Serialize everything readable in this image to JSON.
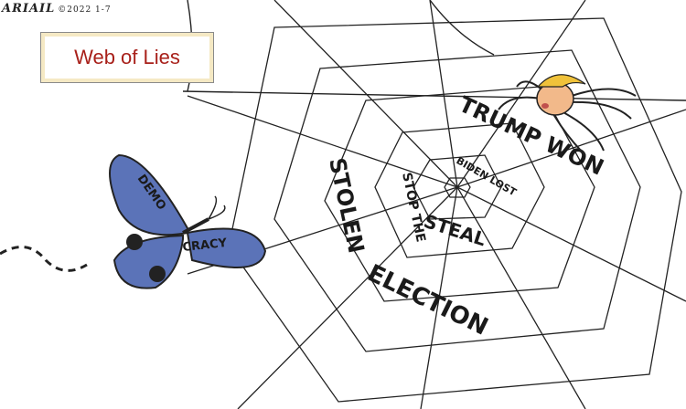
{
  "signature": "ARIAIL",
  "signature_date": "©2022 1-7",
  "title": "Web of Lies",
  "butterfly": {
    "wing_top_text": "DEMO",
    "wing_bottom_text": "CRACY",
    "color": "#5b73b8"
  },
  "web_labels": {
    "trump_won": "TRUMP WON",
    "stolen": "STOLEN",
    "stop_the": "STOP THE",
    "steal": "STEAL",
    "election": "ELECTION",
    "biden_lost": "BIDEN LOST"
  },
  "colors": {
    "title_text": "#a8201a",
    "title_border": "#f5e9c4",
    "spider_face": "#f2b98a",
    "spider_hair": "#f0c23a"
  }
}
